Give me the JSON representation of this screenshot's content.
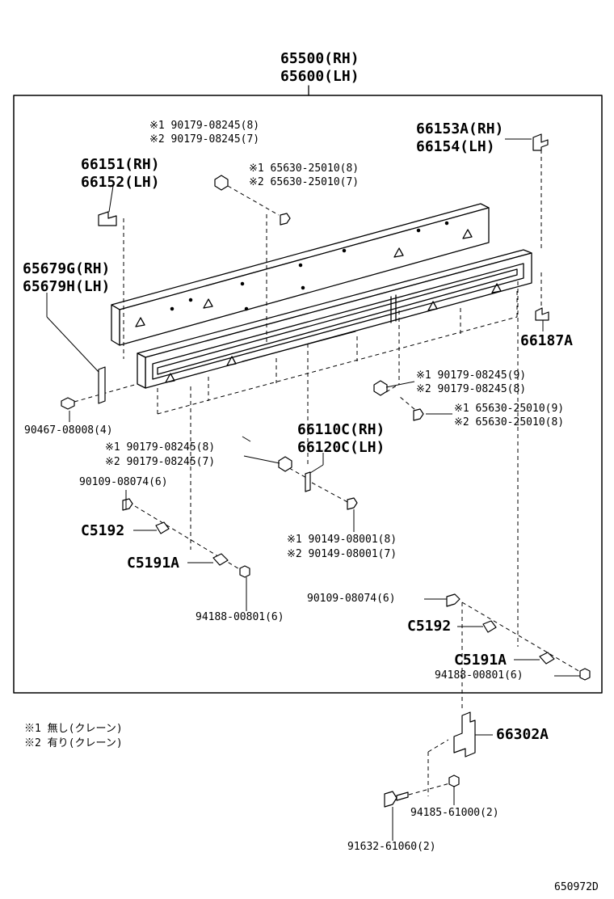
{
  "main_assembly": {
    "rh": "65500(RH)",
    "lh": "65600(LH)"
  },
  "labels": {
    "p66153": {
      "rh": "66153A(RH)",
      "lh": "66154(LH)"
    },
    "p66151": {
      "rh": "66151(RH)",
      "lh": "66152(LH)"
    },
    "p65679": {
      "rh": "65679G(RH)",
      "lh": "65679H(LH)"
    },
    "p66187": "66187A",
    "p90179_top": {
      "a": "※1 90179-08245(8)",
      "b": "※2 90179-08245(7)"
    },
    "p65630_top": {
      "a": "※1 65630-25010(8)",
      "b": "※2 65630-25010(7)"
    },
    "p90179_right": {
      "a": "※1 90179-08245(9)",
      "b": "※2 90179-08245(8)"
    },
    "p65630_right": {
      "a": "※1 65630-25010(9)",
      "b": "※2 65630-25010(8)"
    },
    "p90467": "90467-08008(4)",
    "p66110": {
      "rh": "66110C(RH)",
      "lh": "66120C(LH)"
    },
    "p90179_mid": {
      "a": "※1 90179-08245(8)",
      "b": "※2 90179-08245(7)"
    },
    "p90109_left": "90109-08074(6)",
    "c5192_left": "C5192",
    "c5191a_left": "C5191A",
    "p90149": {
      "a": "※1 90149-08001(8)",
      "b": "※2 90149-08001(7)"
    },
    "p94188_left": "94188-00801(6)",
    "p90109_right": "90109-08074(6)",
    "c5192_right": "C5192",
    "c5191a_right": "C5191A",
    "p94188_right": "94188-00801(6)",
    "p66302": "66302A",
    "p94185": "94185-61000(2)",
    "p91632": "91632-61060(2)"
  },
  "notes": {
    "n1": "※1 無し(クレーン)",
    "n2": "※2 有り(クレーン)"
  },
  "diagram_code": "650972D"
}
